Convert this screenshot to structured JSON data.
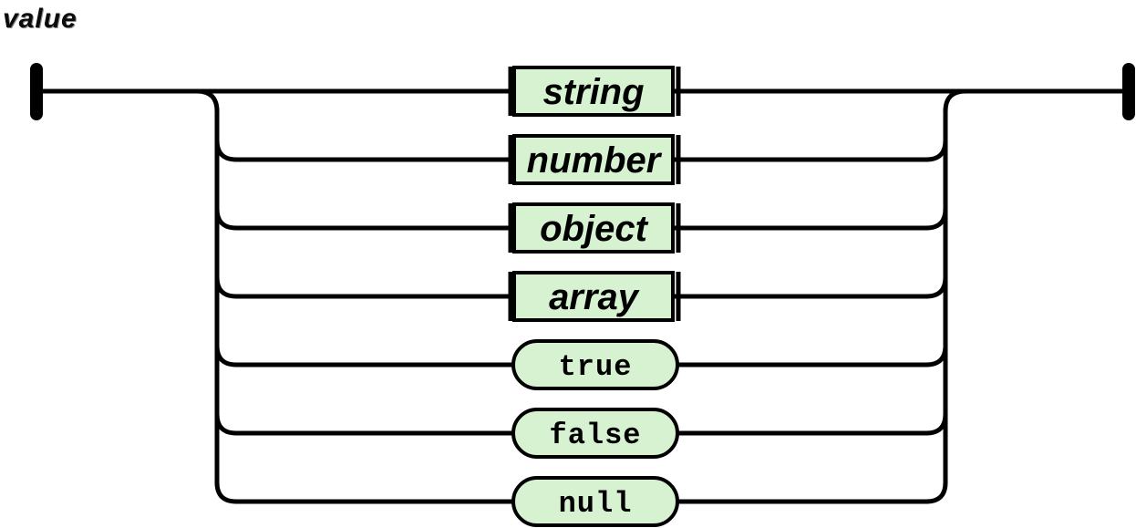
{
  "title": {
    "text": "value"
  },
  "colors": {
    "background": "#ffffff",
    "rail": "#000000",
    "node_fill": "#d6f2d0",
    "node_stroke": "#000000",
    "label_text": "#000000"
  },
  "diagram": {
    "kind": "railroad-syntax-diagram",
    "rule": "value",
    "branches": [
      {
        "label": "string",
        "node_type": "non-terminal",
        "shape": "rectangle"
      },
      {
        "label": "number",
        "node_type": "non-terminal",
        "shape": "rectangle"
      },
      {
        "label": "object",
        "node_type": "non-terminal",
        "shape": "rectangle"
      },
      {
        "label": "array",
        "node_type": "non-terminal",
        "shape": "rectangle"
      },
      {
        "label": "true",
        "node_type": "terminal",
        "shape": "pill"
      },
      {
        "label": "false",
        "node_type": "terminal",
        "shape": "pill"
      },
      {
        "label": "null",
        "node_type": "terminal",
        "shape": "pill"
      }
    ]
  }
}
